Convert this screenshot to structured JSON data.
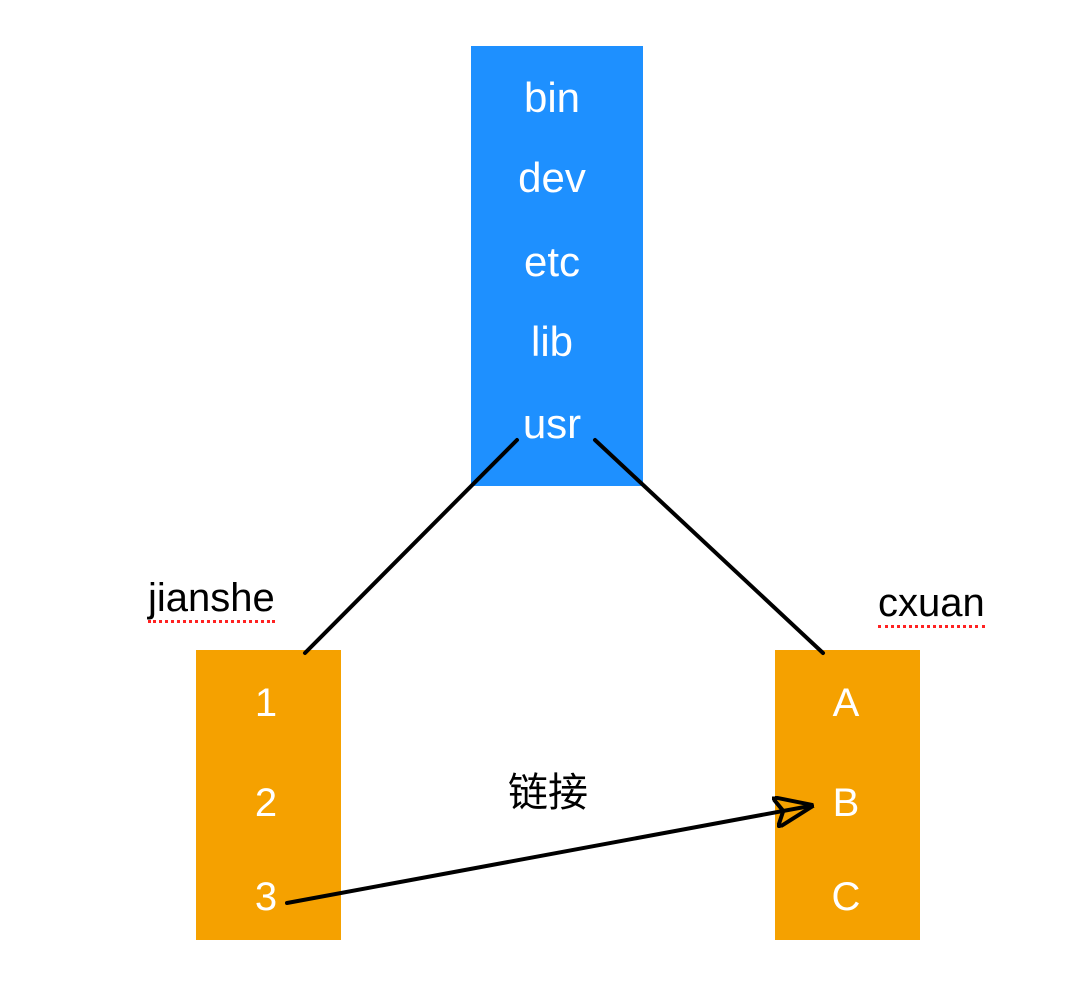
{
  "diagram": {
    "title": "Linux directory link diagram",
    "colors": {
      "blue_box": "#1E90FF",
      "orange_box": "#F5A100",
      "text_on_box": "#FFFFFF",
      "label_text": "#000000",
      "spellcheck_underline": "#FF2222",
      "edge": "#000000",
      "background": "#FFFFFF"
    },
    "root_box": {
      "name": "root-directory-box",
      "entries": [
        {
          "label": "bin"
        },
        {
          "label": "dev"
        },
        {
          "label": "etc"
        },
        {
          "label": "lib"
        },
        {
          "label": "usr"
        }
      ]
    },
    "left_group": {
      "label": "jianshe",
      "entries": [
        {
          "label": "1"
        },
        {
          "label": "2"
        },
        {
          "label": "3"
        }
      ]
    },
    "right_group": {
      "label": "cxuan",
      "entries": [
        {
          "label": "A"
        },
        {
          "label": "B"
        },
        {
          "label": "C"
        }
      ]
    },
    "link_annotation": {
      "label": "链接",
      "from": "3",
      "to": "B"
    },
    "connectors": [
      {
        "name": "usr-to-jianshe",
        "from": "usr",
        "to": "jianshe"
      },
      {
        "name": "usr-to-cxuan",
        "from": "usr",
        "to": "cxuan"
      }
    ]
  }
}
